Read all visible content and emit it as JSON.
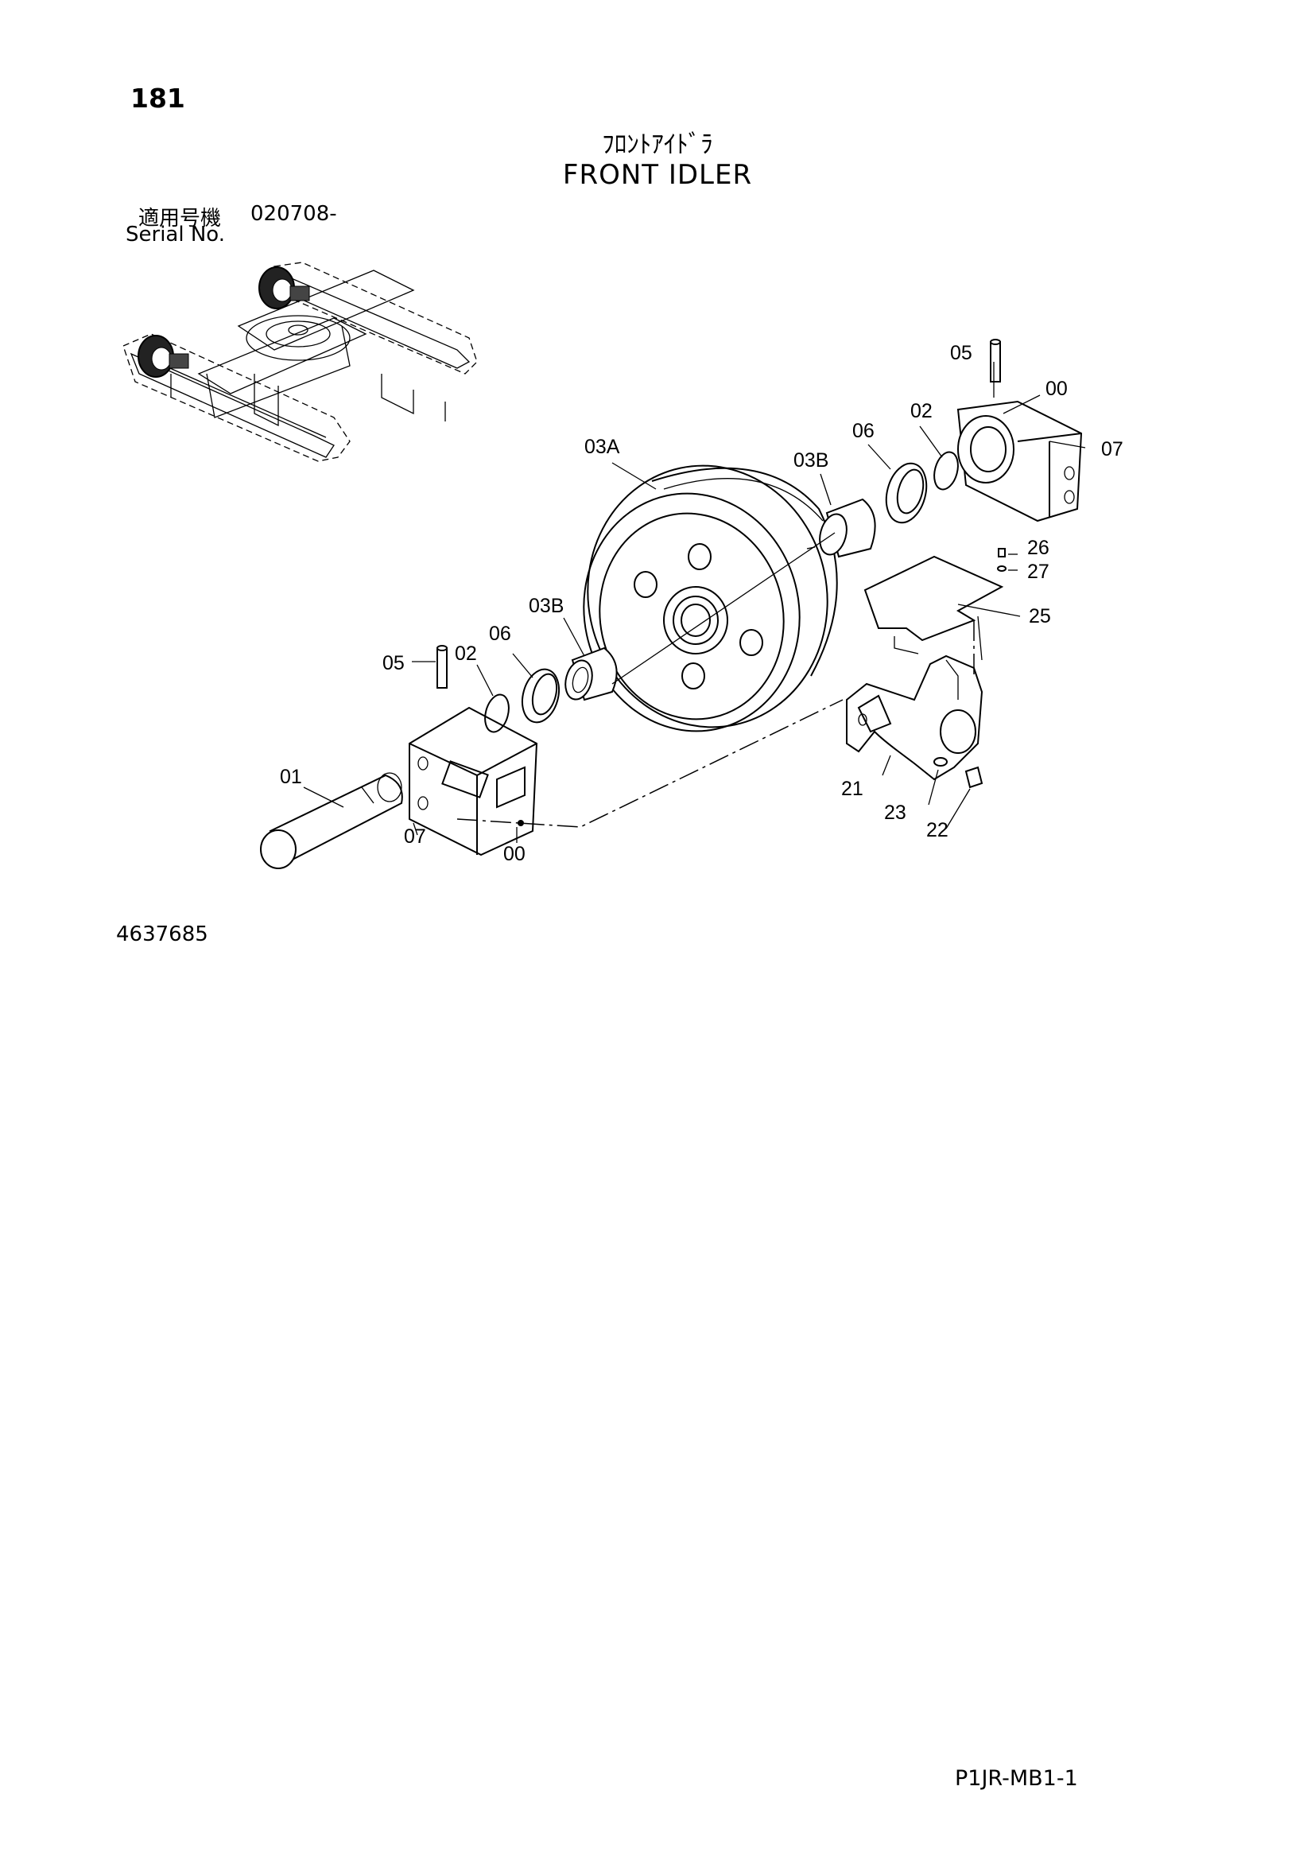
{
  "page_number": "181",
  "title_jp": "ﾌﾛﾝﾄｱｲﾄﾞﾗ",
  "title_en": "FRONT IDLER",
  "serial": {
    "label_jp": "適用号機",
    "value": "020708-",
    "label_en": "Serial No."
  },
  "document_number": "4637685",
  "page_code": "P1JR-MB1-1",
  "callouts": {
    "c05_right": "05",
    "c00_right": "00",
    "c02_right": "02",
    "c06_right": "06",
    "c07_right": "07",
    "c03A": "03A",
    "c03B_right": "03B",
    "c26": "26",
    "c27": "27",
    "c25": "25",
    "c03B_left": "03B",
    "c06_left": "06",
    "c05_left": "05",
    "c02_left": "02",
    "c01": "01",
    "c07_left": "07",
    "c00_left": "00",
    "c21": "21",
    "c23": "23",
    "c22": "22"
  }
}
